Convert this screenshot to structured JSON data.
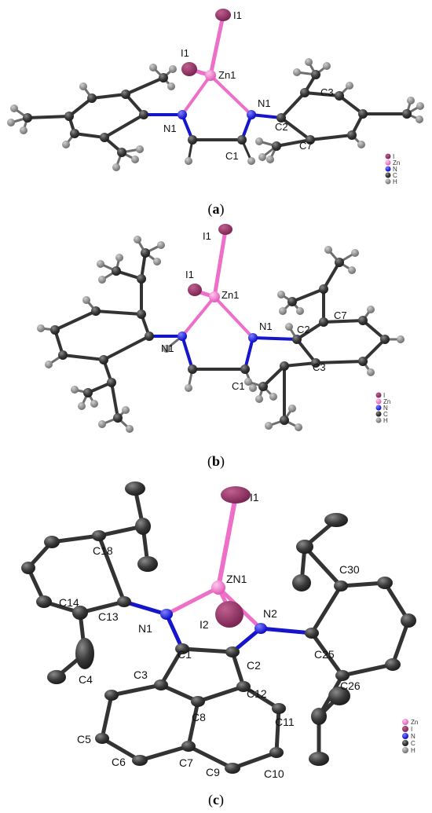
{
  "colors": {
    "iodine": "#8e2f63",
    "zinc": "#e65fc0",
    "nitrogen": "#1a1ae6",
    "carbon": "#3a3a3a",
    "hydrogen": "#7f7f7f",
    "bond_zn": "#ee6fc8",
    "bond_n": "#1515cc"
  },
  "panels": [
    {
      "caption_open": "(",
      "caption_letter": "a",
      "caption_close": ")",
      "labels": {
        "i_top": "I1",
        "i_side": "I1",
        "zn": "Zn1",
        "n_left": "N1",
        "n_right": "N1",
        "c1": "C1",
        "c2": "C2",
        "c3": "C3",
        "c7": "C7"
      },
      "legend": [
        "I",
        "Zn",
        "N",
        "C",
        "H"
      ]
    },
    {
      "caption_open": "(",
      "caption_letter": "b",
      "caption_close": ")",
      "labels": {
        "i_top": "I1",
        "i_side": "I1",
        "zn": "Zn1",
        "n_left": "N1",
        "n_right": "N1",
        "c1": "C1",
        "c2": "C2",
        "c3": "C3",
        "c7": "C7"
      },
      "legend": [
        "I",
        "Zn",
        "N",
        "C",
        "H"
      ]
    },
    {
      "caption_open": "(",
      "caption_letter": "c",
      "caption_close": ")",
      "labels": {
        "i1": "I1",
        "i2": "I2",
        "zn": "ZN1",
        "n1": "N1",
        "n2": "N2",
        "c1": "C1",
        "c2": "C2",
        "c3": "C3",
        "c4": "C4",
        "c5": "C5",
        "c6": "C6",
        "c7": "C7",
        "c8": "C8",
        "c9": "C9",
        "c10": "C10",
        "c11": "C11",
        "c12": "C12",
        "c13": "C13",
        "c14": "C14",
        "c18": "C18",
        "c25": "C25",
        "c26": "C26",
        "c30": "C30"
      },
      "legend": [
        "Zn",
        "I",
        "N",
        "C",
        "H"
      ]
    }
  ]
}
